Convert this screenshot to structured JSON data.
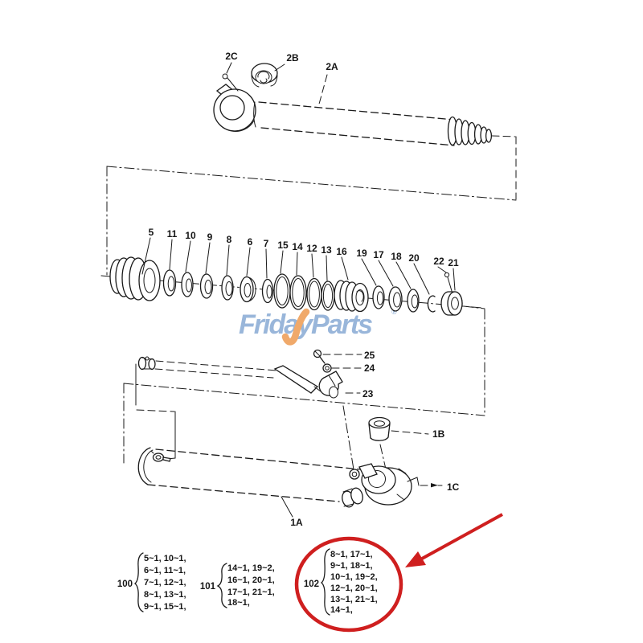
{
  "figure": {
    "rod_labels": {
      "r2a": "2A",
      "r2b": "2B",
      "r2c": "2C"
    },
    "seal_labels": [
      "5",
      "11",
      "10",
      "9",
      "8",
      "6",
      "7",
      "15",
      "14",
      "12",
      "13",
      "16",
      "19",
      "17",
      "18",
      "20",
      "22",
      "21"
    ],
    "pipe_labels": {
      "p25": "25",
      "p24": "24",
      "p23": "23"
    },
    "body_labels": {
      "b1a": "1A",
      "b1b": "1B",
      "b1c": "1C"
    }
  },
  "groups": [
    {
      "id": "100",
      "items": [
        "5~1, 10~1,",
        "6~1, 11~1,",
        "7~1, 12~1,",
        "8~1, 13~1,",
        "9~1, 15~1,"
      ]
    },
    {
      "id": "101",
      "items": [
        "14~1, 19~2,",
        "16~1, 20~1,",
        "17~1, 21~1,",
        "18~1,"
      ]
    },
    {
      "id": "102",
      "items": [
        "8~1, 17~1,",
        "9~1, 18~1,",
        "10~1, 19~2,",
        "12~1, 20~1,",
        "13~1, 21~1,",
        "14~1,"
      ],
      "highlighted": true
    }
  ],
  "watermark": {
    "text": "FridayParts",
    "reg": "®"
  },
  "colors": {
    "line": "#1a1a1a",
    "highlight": "#cf1f1f",
    "watermark_blue": "#8badd6",
    "watermark_orange": "#f0a96a"
  }
}
